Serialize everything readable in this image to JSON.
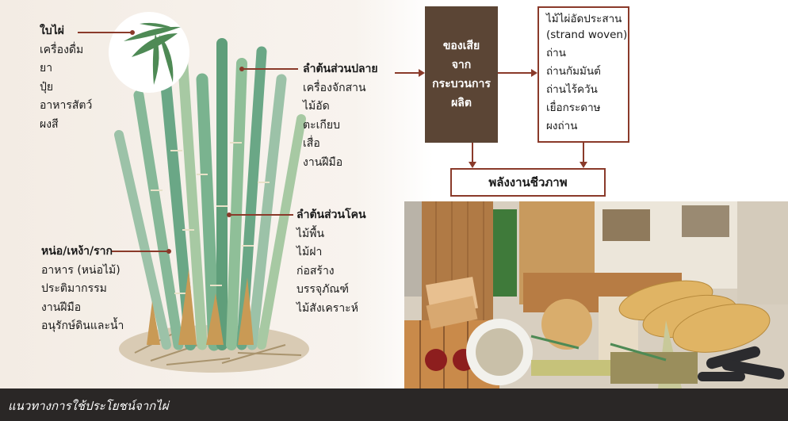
{
  "leaf": {
    "title": "ใบไผ่",
    "items": [
      "เครื่องดื่ม",
      "ยา",
      "ปุ๋ย",
      "อาหารสัตว์",
      "ผงสี"
    ]
  },
  "upper_stem": {
    "title": "ลำต้นส่วนปลาย",
    "items": [
      "เครื่องจักสาน",
      "ไม้อัด",
      "ตะเกียบ",
      "เสื่อ",
      "งานฝีมือ"
    ]
  },
  "base_stem": {
    "title": "ลำต้นส่วนโคน",
    "items": [
      "ไม้พื้น",
      "ไม้ฝา",
      "ก่อสร้าง",
      "บรรจุภัณฑ์",
      "ไม้สังเคราะห์"
    ]
  },
  "shoot_root": {
    "title": "หน่อ/เหง้า/ราก",
    "items": [
      "อาหาร (หน่อไม้)",
      "ประติมากรรม",
      "งานฝีมือ",
      "อนุรักษ์ดินและน้ำ"
    ]
  },
  "waste_box": {
    "lines": [
      "ของเสีย",
      "จาก",
      "กระบวนการ",
      "ผลิต"
    ]
  },
  "products": {
    "items": [
      "ไม้ไผ่อัดประสาน",
      "(strand woven)",
      "ถ่าน",
      "ถ่านกัมมันต์",
      "ถ่านไร้ควัน",
      "เยื่อกระดาษ",
      "ผงถ่าน"
    ]
  },
  "bioenergy": {
    "label": "พลังงานชีวภาพ"
  },
  "caption": "แนวทางการใช้ประโยชน์จากไผ่",
  "colors": {
    "waste_box": "#5b4535",
    "arrow": "#8a3a2a",
    "caption_bg": "#2a2726"
  },
  "icons": [
    "bamboo-illustration",
    "bamboo-leaf-icon",
    "bamboo-products-photo"
  ]
}
